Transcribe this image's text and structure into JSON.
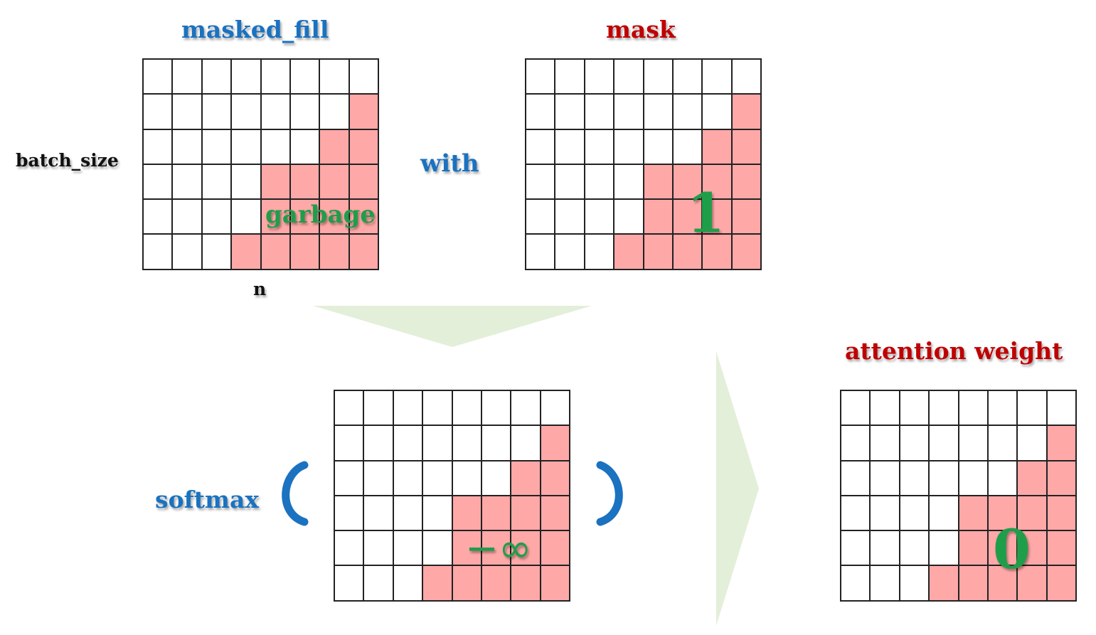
{
  "labels": {
    "masked_fill": "masked_fill",
    "mask": "mask",
    "batch_size": "batch_size",
    "n": "n",
    "with": "with",
    "softmax": "softmax",
    "attention_weight": "attention weight",
    "garbage": "garbage",
    "one": "1",
    "neg_inf": "−∞",
    "zero": "0"
  },
  "grid": {
    "rows": 6,
    "cols": 8,
    "masked_cells": [
      [
        0,
        0,
        0,
        0,
        0,
        0,
        0,
        0
      ],
      [
        0,
        0,
        0,
        0,
        0,
        0,
        0,
        1
      ],
      [
        0,
        0,
        0,
        0,
        0,
        0,
        1,
        1
      ],
      [
        0,
        0,
        0,
        0,
        1,
        1,
        1,
        1
      ],
      [
        0,
        0,
        0,
        0,
        1,
        1,
        1,
        1
      ],
      [
        0,
        0,
        0,
        1,
        1,
        1,
        1,
        1
      ]
    ]
  },
  "colors": {
    "blue": "#1a72c0",
    "red": "#c00000",
    "green": "#1f9e4a",
    "black": "#111111",
    "masked_fill_color": "#ffa8a8",
    "arrow_color": "#e3efd9"
  }
}
